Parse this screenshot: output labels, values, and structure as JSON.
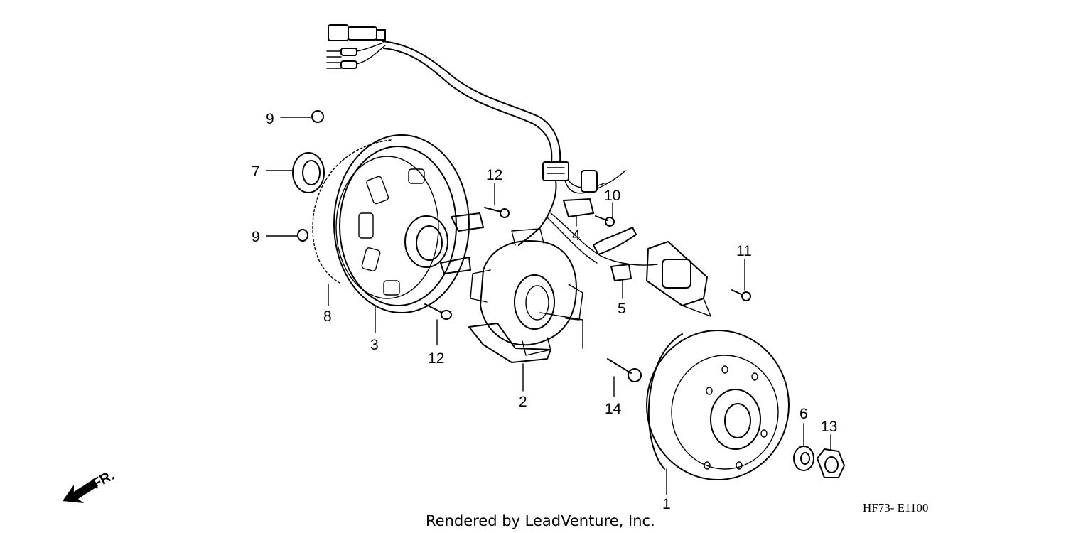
{
  "diagram": {
    "parts": [
      {
        "id": "p1",
        "label": "1",
        "name": "flywheel-rotor"
      },
      {
        "id": "p2",
        "label": "2",
        "name": "stator"
      },
      {
        "id": "p3",
        "label": "3",
        "name": "left-crankcase-cover"
      },
      {
        "id": "p4",
        "label": "4",
        "name": "wire-clamp"
      },
      {
        "id": "p5",
        "label": "5",
        "name": "wire-clamp-sensor"
      },
      {
        "id": "p6",
        "label": "6",
        "name": "washer"
      },
      {
        "id": "p7",
        "label": "7",
        "name": "oil-seal"
      },
      {
        "id": "p8",
        "label": "8",
        "name": "gasket"
      },
      {
        "id": "p9a",
        "label": "9",
        "name": "dowel-pin"
      },
      {
        "id": "p9b",
        "label": "9",
        "name": "dowel-pin"
      },
      {
        "id": "p10",
        "label": "10",
        "name": "bolt"
      },
      {
        "id": "p11",
        "label": "11",
        "name": "bolt"
      },
      {
        "id": "p12a",
        "label": "12",
        "name": "bolt"
      },
      {
        "id": "p12b",
        "label": "12",
        "name": "bolt"
      },
      {
        "id": "p13",
        "label": "13",
        "name": "flange-nut"
      },
      {
        "id": "p14",
        "label": "14",
        "name": "flange-bolt"
      }
    ],
    "direction_label": "FR.",
    "diagram_code": "HF73- E1100",
    "credit": "Rendered by LeadVenture, Inc."
  }
}
